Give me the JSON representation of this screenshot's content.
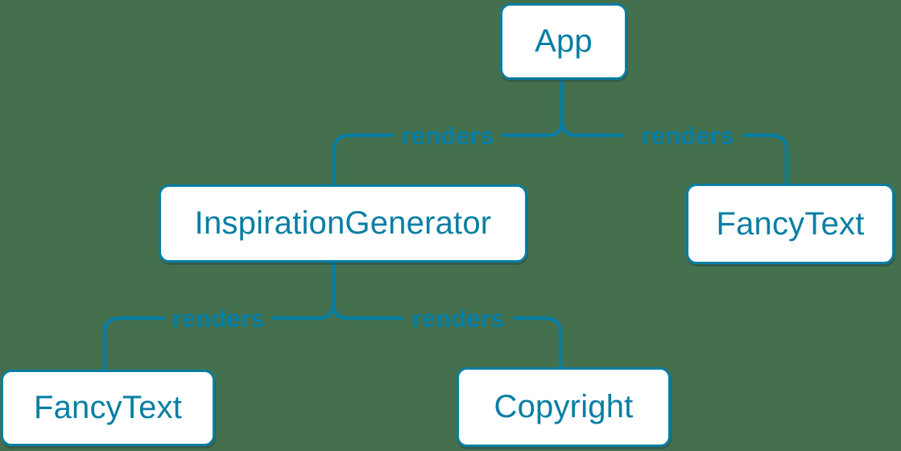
{
  "colors": {
    "background": "#45704D",
    "accent": "#087EA4",
    "node_fill": "#FFFFFF"
  },
  "nodes": [
    {
      "id": "app",
      "label": "App"
    },
    {
      "id": "inspiration-generator",
      "label": "InspirationGenerator"
    },
    {
      "id": "fancy-text-top",
      "label": "FancyText"
    },
    {
      "id": "fancy-text-bottom",
      "label": "FancyText"
    },
    {
      "id": "copyright",
      "label": "Copyright"
    }
  ],
  "edges": [
    {
      "from": "App",
      "to": "InspirationGenerator",
      "label": "renders"
    },
    {
      "from": "App",
      "to": "FancyText",
      "label": "renders"
    },
    {
      "from": "InspirationGenerator",
      "to": "FancyText",
      "label": "renders"
    },
    {
      "from": "InspirationGenerator",
      "to": "Copyright",
      "label": "renders"
    }
  ]
}
